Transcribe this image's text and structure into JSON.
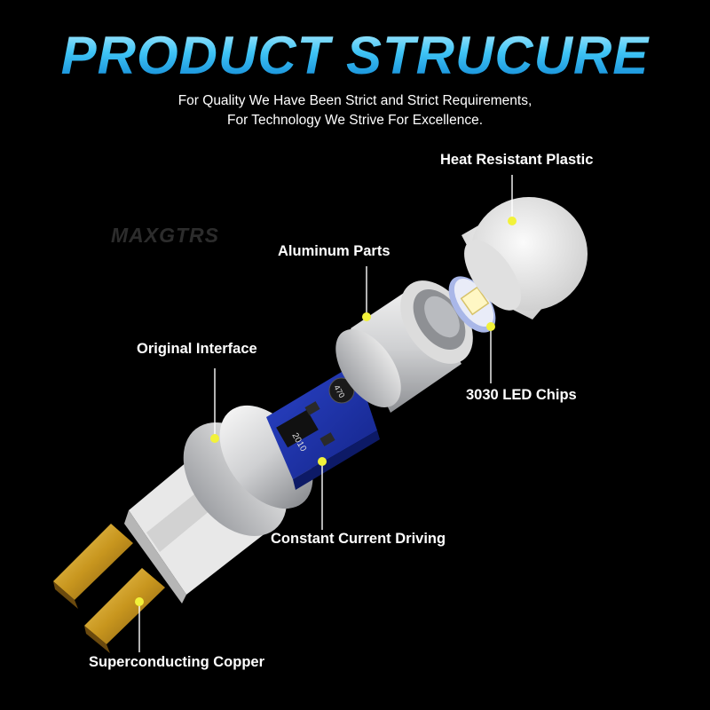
{
  "header": {
    "title": "PRODUCT STRUCURE",
    "subtitle_line1": "For Quality We Have Been Strict and Strict Requirements,",
    "subtitle_line2": "For Technology We Strive For Excellence."
  },
  "watermark": "MAXGTRS",
  "labels": {
    "heat_resistant_plastic": "Heat Resistant Plastic",
    "aluminum_parts": "Aluminum Parts",
    "original_interface": "Original Interface",
    "led_chips": "3030 LED Chips",
    "constant_current": "Constant Current Driving",
    "superconducting_copper": "Superconducting Copper"
  },
  "pcb_markings": {
    "resistor": "2010",
    "inductor": "470"
  },
  "colors": {
    "background": "#000000",
    "title_gradient_top": "#bff0ff",
    "title_gradient_bottom": "#0a7fd0",
    "callout_dot": "#f2f23a",
    "pcb_blue": "#1b2fa8",
    "copper_gold": "#c8961e"
  }
}
